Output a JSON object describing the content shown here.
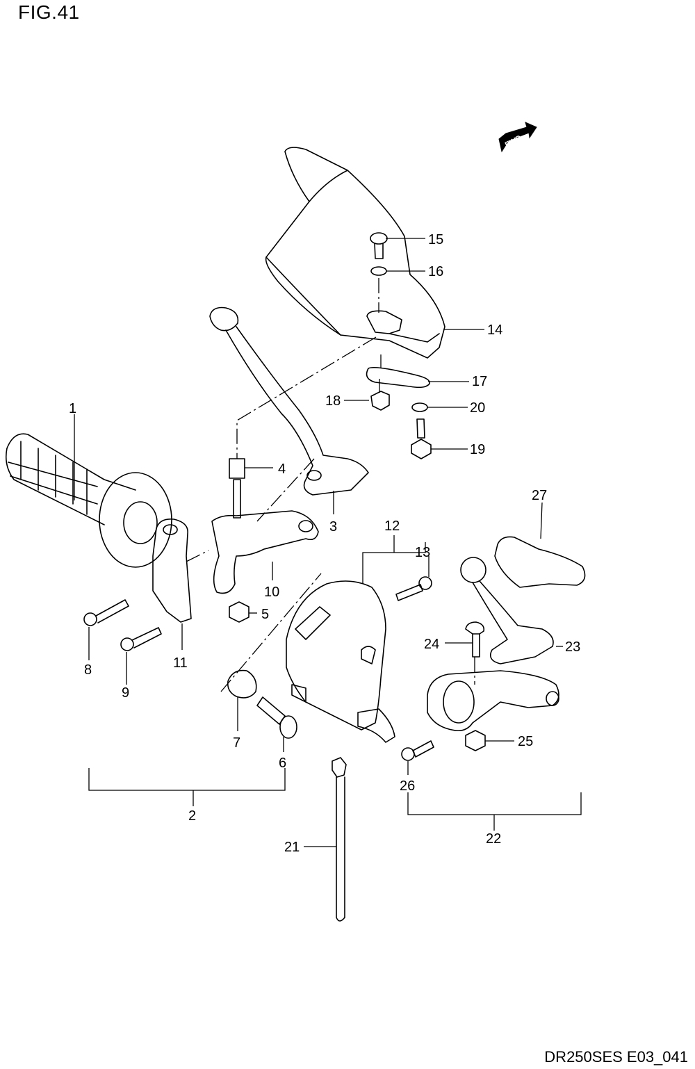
{
  "figure": {
    "title": "FIG.41",
    "drawing_code": "DR250SES E03_041",
    "direction_marker": "FWD"
  },
  "callouts": [
    "1",
    "2",
    "3",
    "4",
    "5",
    "6",
    "7",
    "8",
    "9",
    "10",
    "11",
    "12",
    "13",
    "14",
    "15",
    "16",
    "17",
    "18",
    "19",
    "20",
    "21",
    "22",
    "23",
    "24",
    "25",
    "26",
    "27"
  ]
}
